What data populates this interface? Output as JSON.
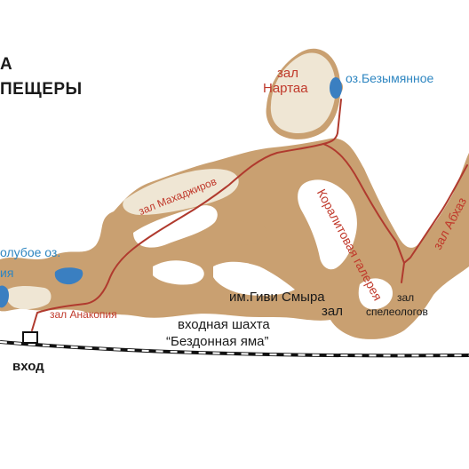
{
  "map": {
    "title_line1": "А",
    "title_line2": "ПЕЩЕРЫ",
    "halls": {
      "nartaa_1": "зал",
      "nartaa_2": "Нартаа",
      "makhadzhirov": "зал Махаджиров",
      "anakopia": "зал Анакопия",
      "gogiva_1": "им.Гиви Смыра",
      "gogiva_2": "зал",
      "speleologists_1": "зал",
      "speleologists_2": "спелеологов",
      "abkhazia": "зал Абхаз"
    },
    "lakes": {
      "bezymyannoe": "оз.Безымянное",
      "goluboe_1": "олубое оз.",
      "goluboe_2": "ия"
    },
    "galleries": {
      "koralitovaya": "Коралитовая галерея"
    },
    "shaft": {
      "line1": "входная шахта",
      "line2": "“Бездонная яма”"
    },
    "entrance": "вход",
    "colors": {
      "cave": "#c9a071",
      "cave_light": "#efe6d4",
      "route": "#b03a2e",
      "lake": "#3a7fc1",
      "railway": "#111111"
    }
  }
}
